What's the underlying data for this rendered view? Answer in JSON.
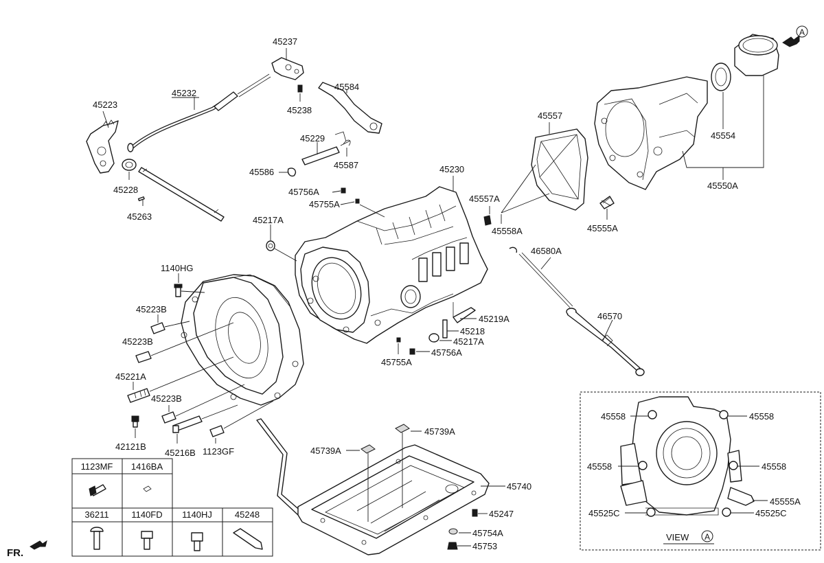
{
  "labels": {
    "p45237": "45237",
    "p45232": "45232",
    "p45223": "45223",
    "p45238": "45238",
    "p45584": "45584",
    "p45229": "45229",
    "p45587": "45587",
    "p45586": "45586",
    "p45228": "45228",
    "p45263": "45263",
    "p45230": "45230",
    "p45756A_top": "45756A",
    "p45755A_top": "45755A",
    "p45557A": "45557A",
    "p45558A": "45558A",
    "p45557": "45557",
    "p45554": "45554",
    "p45550A": "45550A",
    "p45555A": "45555A",
    "p45217A_top": "45217A",
    "p46580A": "46580A",
    "p46570": "46570",
    "p1140HG": "1140HG",
    "p45223B_1": "45223B",
    "p45223B_2": "45223B",
    "p45221A": "45221A",
    "p45223B_3": "45223B",
    "p42121B": "42121B",
    "p45216B": "45216B",
    "p1123GF": "1123GF",
    "p45219A": "45219A",
    "p45218": "45218",
    "p45217A_bot": "45217A",
    "p45755A_bot": "45755A",
    "p45756A_bot": "45756A",
    "p45739A_left": "45739A",
    "p45739A_right": "45739A",
    "p45740": "45740",
    "p45247": "45247",
    "p45754A": "45754A",
    "p45753": "45753"
  },
  "circle_ref": "A",
  "front_marker": "FR.",
  "view_panel": {
    "title": "VIEW",
    "ref": "A",
    "labels": {
      "tl": "45558",
      "tr": "45558",
      "ml": "45558",
      "mr": "45558",
      "r_bot": "45555A",
      "bl": "45525C",
      "br": "45525C"
    }
  },
  "legend_table": {
    "row1": [
      "1123MF",
      "1416BA"
    ],
    "row2": [
      "36211",
      "1140FD",
      "1140HJ",
      "45248"
    ]
  }
}
